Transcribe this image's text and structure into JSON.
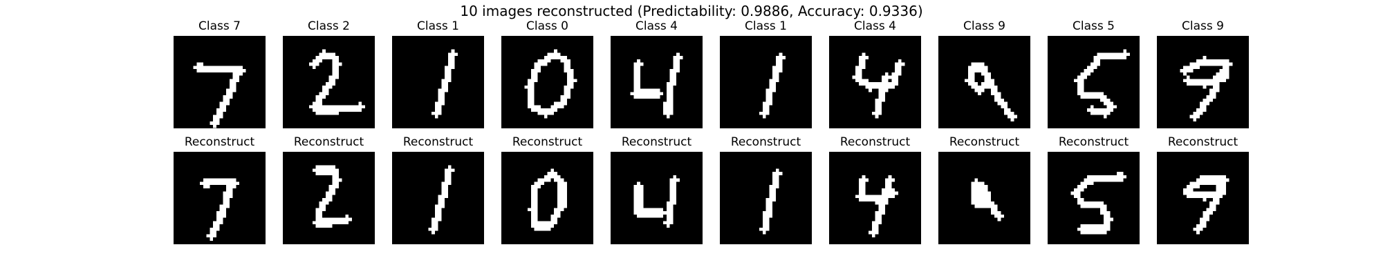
{
  "figure": {
    "title": "10 images reconstructed (Predictability: 0.9886, Accuracy: 0.9336)"
  },
  "colors": {
    "background": "#000000",
    "pixel": "#ffffff"
  },
  "originals": [
    {
      "title": "Class 7",
      "digit": 7
    },
    {
      "title": "Class 2",
      "digit": 2
    },
    {
      "title": "Class 1",
      "digit": 1
    },
    {
      "title": "Class 0",
      "digit": 0
    },
    {
      "title": "Class 4",
      "digit": 4
    },
    {
      "title": "Class 1",
      "digit": 1
    },
    {
      "title": "Class 4",
      "digit": 4
    },
    {
      "title": "Class 9",
      "digit": 9
    },
    {
      "title": "Class 5",
      "digit": 5
    },
    {
      "title": "Class 9",
      "digit": 9
    }
  ],
  "reconstructions": [
    {
      "title": "Reconstruct",
      "digit": 7
    },
    {
      "title": "Reconstruct",
      "digit": 2
    },
    {
      "title": "Reconstruct",
      "digit": 1
    },
    {
      "title": "Reconstruct",
      "digit": 0
    },
    {
      "title": "Reconstruct",
      "digit": 4
    },
    {
      "title": "Reconstruct",
      "digit": 1
    },
    {
      "title": "Reconstruct",
      "digit": 4
    },
    {
      "title": "Reconstruct",
      "digit": 9
    },
    {
      "title": "Reconstruct",
      "digit": 5
    },
    {
      "title": "Reconstruct",
      "digit": 9
    }
  ]
}
